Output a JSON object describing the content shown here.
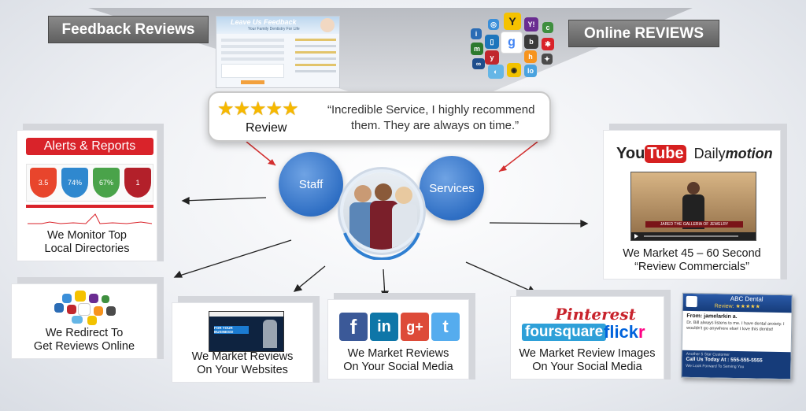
{
  "tags": {
    "feedback": "Feedback Reviews",
    "online": "Online REVIEWS"
  },
  "review": {
    "label": "Review",
    "quote_line1": "“Incredible Service, I highly recommend",
    "quote_line2": "them.  They are always on time.”"
  },
  "feedback_form": {
    "title": "Leave Us Feedback",
    "subtitle": "Your Family Dentistry For Life"
  },
  "alerts": {
    "title": "Alerts & Reports",
    "gauges": [
      "3.5",
      "74%",
      "67%",
      "1"
    ],
    "caption1": "We Monitor Top",
    "caption2": "Local Directories"
  },
  "circles": {
    "staff": "Staff",
    "services": "Services"
  },
  "video": {
    "youtube": "YouTube",
    "dailymotion_a": "Daily",
    "dailymotion_b": "motion",
    "banner": "JARED THE GALLERIA OF JEWELRY",
    "caption1": "We Market 45 – 60 Second",
    "caption2": "“Review Commercials”"
  },
  "redirect": {
    "caption1": "We Redirect To",
    "caption2": "Get Reviews Online"
  },
  "websites": {
    "hero": "FOR YOUR BUSINESS!",
    "caption1": "We Market Reviews",
    "caption2": "On Your Websites"
  },
  "social": {
    "icons": [
      "f",
      "in",
      "g+",
      "t"
    ],
    "caption1": "We Market Reviews",
    "caption2": "On Your Social Media"
  },
  "images": {
    "pinterest": "Pinterest",
    "foursquare": "foursquare",
    "flickr_a": "flick",
    "flickr_b": "r",
    "caption1": "We Market Review Images",
    "caption2": "On Your Social Media"
  },
  "dental_card": {
    "title": "ABC Dental",
    "review_label": "Review: ★★★★★",
    "from": "From: jamelarkin a.",
    "body": "Dr. Bill always listens to me. I have dental anxiety. I wouldn't go anywhere else! I love this dentist!",
    "line1": "Another 5 Star Customer",
    "line2": "Call Us Today At : 555-555-5555",
    "line3": "We Look Forward To Serving You"
  },
  "colors": {
    "accent_blue": "#2f6fc4",
    "alert_red": "#d9232a",
    "arrow_red": "#d32f2f"
  }
}
